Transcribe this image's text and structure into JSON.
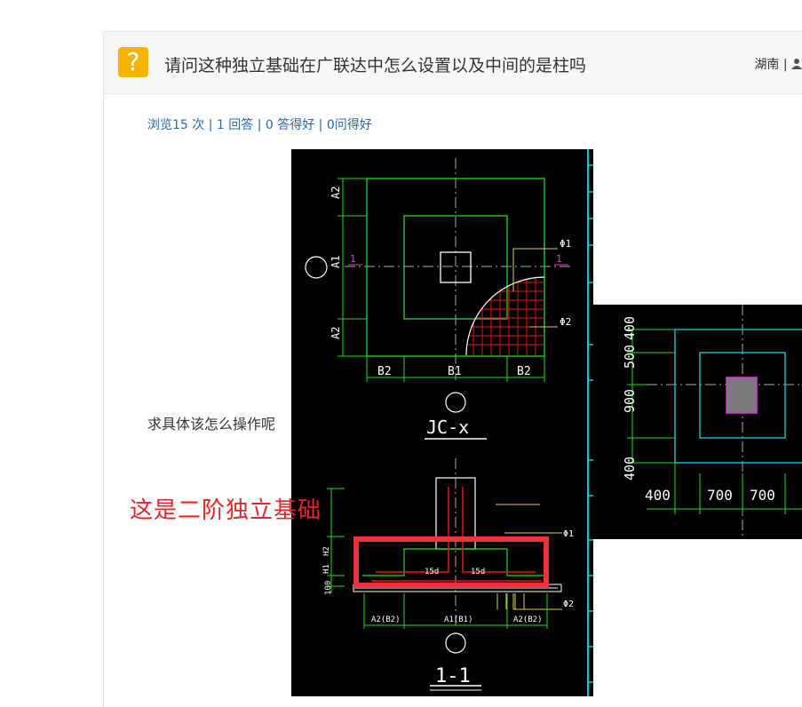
{
  "question": {
    "title": "请问这种独立基础在广联达中怎么设置以及中间的是柱吗",
    "region": "湖南 |",
    "stats": "浏览15 次 | 1 回答 | 0 答得好 | 0问得好",
    "body": "求具体该怎么操作呢",
    "badge": "?"
  },
  "annotation": {
    "text": "这是二阶独立基础",
    "color": "#e8262a"
  },
  "drawing_left": {
    "plan_dims_left": [
      "A2",
      "A1",
      "A2"
    ],
    "plan_dims_bottom": [
      "B2",
      "B1",
      "B2"
    ],
    "section_mark": "1",
    "bar_labels": [
      "Φ1",
      "Φ2"
    ],
    "plan_name": "JC-x",
    "section_name": "1-1",
    "section_dims_left": [
      "H2",
      "H1",
      "100"
    ],
    "section_dims_bottom": [
      "A2(B2)",
      "A1(B1)",
      "A2(B2)"
    ],
    "anchor_labels": [
      "15d",
      "15d"
    ],
    "section_bar_labels": [
      "Φ1",
      "Φ2"
    ]
  },
  "drawing_right": {
    "dims_left": [
      "400",
      "500",
      "900",
      "400"
    ],
    "dims_bottom": [
      "400",
      "700",
      "700"
    ]
  }
}
